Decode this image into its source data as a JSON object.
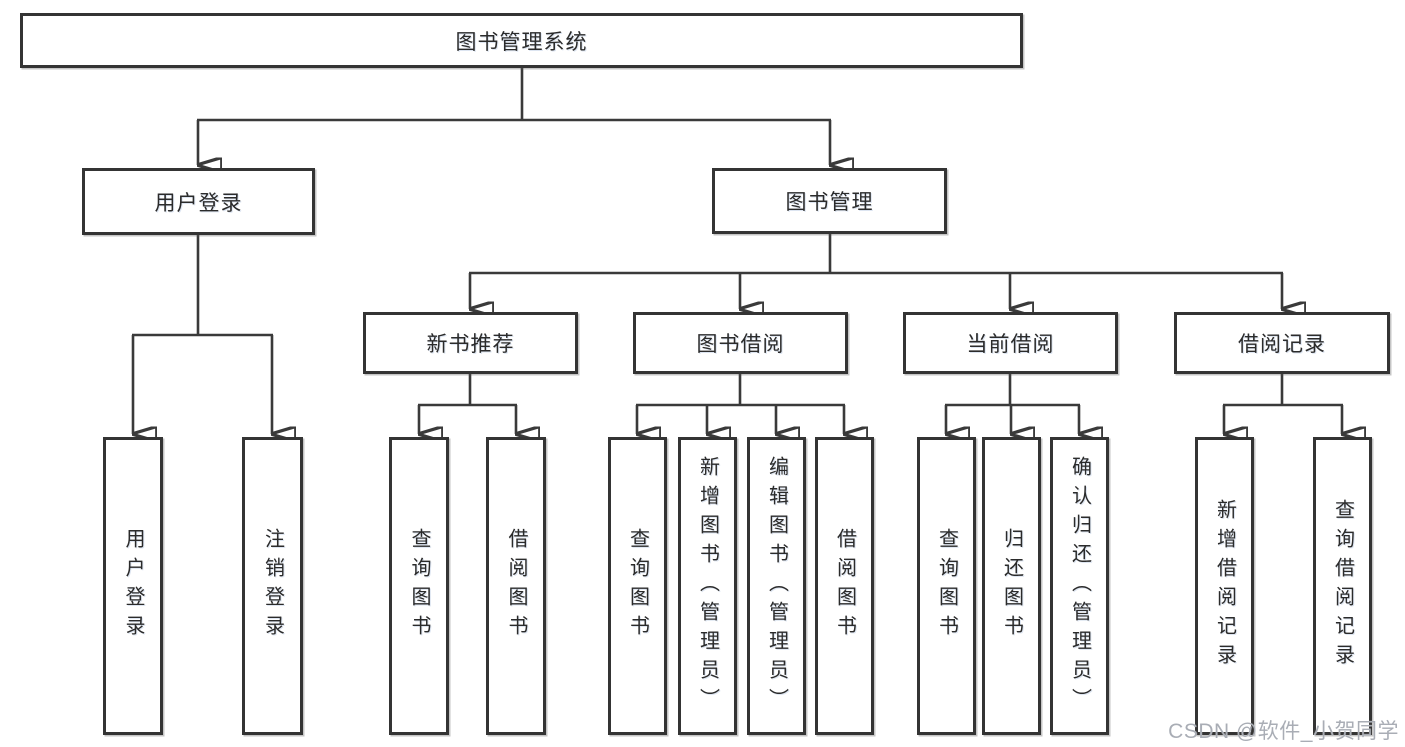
{
  "title": "图书管理系统",
  "tree": {
    "label": "图书管理系统",
    "children": [
      {
        "label": "用户登录",
        "children": [
          {
            "label": "用户登录"
          },
          {
            "label": "注销登录"
          }
        ]
      },
      {
        "label": "图书管理",
        "children": [
          {
            "label": "新书推荐",
            "children": [
              {
                "label": "查询图书"
              },
              {
                "label": "借阅图书"
              }
            ]
          },
          {
            "label": "图书借阅",
            "children": [
              {
                "label": "查询图书"
              },
              {
                "label": "新增图书（管理员）"
              },
              {
                "label": "编辑图书（管理员）"
              },
              {
                "label": "借阅图书"
              }
            ]
          },
          {
            "label": "当前借阅",
            "children": [
              {
                "label": "查询图书"
              },
              {
                "label": "归还图书"
              },
              {
                "label": "确认归还（管理员）"
              }
            ]
          },
          {
            "label": "借阅记录",
            "children": [
              {
                "label": "新增借阅记录"
              },
              {
                "label": "查询借阅记录"
              }
            ]
          }
        ]
      }
    ]
  },
  "watermark": "CSDN @软件_小贺同学",
  "colors": {
    "line": "#3a3a3a",
    "box_border": "#343434",
    "text": "#2b2b2b",
    "background": "#ffffff",
    "watermark": "#a9adb5"
  }
}
